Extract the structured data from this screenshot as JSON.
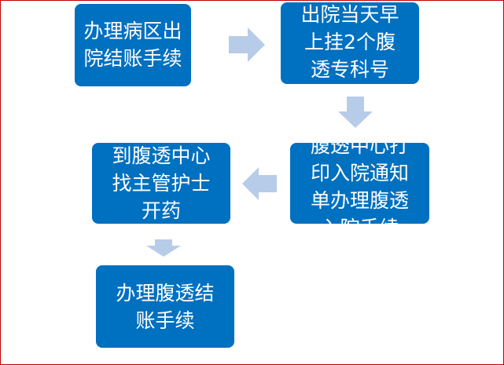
{
  "colors": {
    "box": "#0070c0",
    "arrow": "#b7cce8",
    "border": "#c00000"
  },
  "steps": [
    {
      "text": "办理病区出\n院结账手续"
    },
    {
      "text": "出院当天早\n上挂2个腹\n透专科号"
    },
    {
      "text": "腹透中心打\n印入院通知\n单办理腹透\n入院手续"
    },
    {
      "text": "到腹透中心\n找主管护士\n开药"
    },
    {
      "text": "办理腹透结\n账手续"
    }
  ]
}
